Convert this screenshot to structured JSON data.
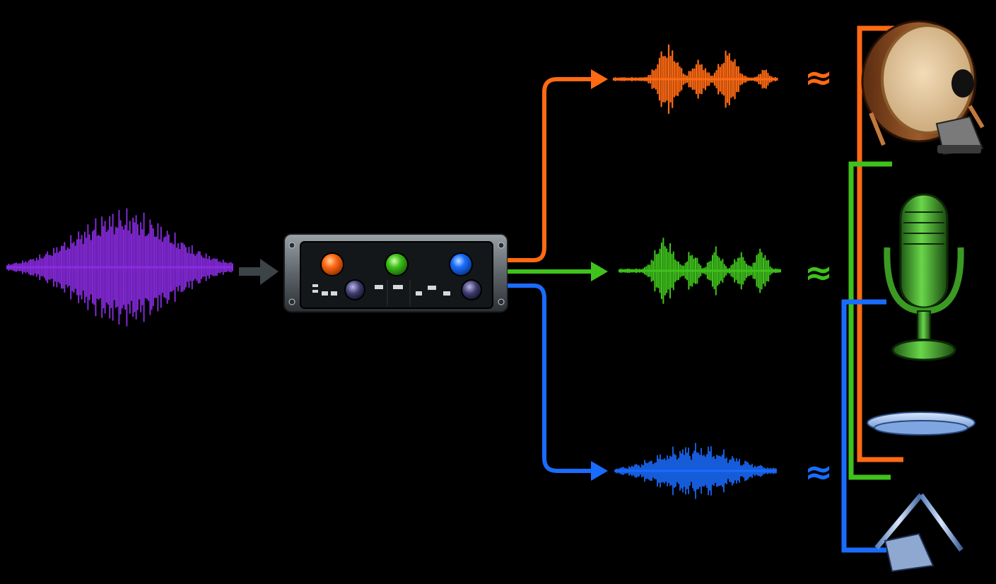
{
  "colors": {
    "background": "#000000",
    "input": "#8a2be2",
    "kick": "#ff6a13",
    "vocal": "#3fc21c",
    "hihat": "#1a6cff",
    "arrow": "#3c4448",
    "device_body": "#3a3f44"
  },
  "approx_symbol": "≈",
  "icons": {
    "input_wave": "waveform-icon",
    "separator": "audio-interface-icon",
    "kick": "bass-drum-icon",
    "vocal": "microphone-icon",
    "hihat": "hi-hat-cymbal-icon"
  },
  "outputs": [
    {
      "id": "kick",
      "icon": "bass-drum-icon"
    },
    {
      "id": "vocal",
      "icon": "microphone-icon"
    },
    {
      "id": "hihat",
      "icon": "hi-hat-cymbal-icon"
    }
  ]
}
